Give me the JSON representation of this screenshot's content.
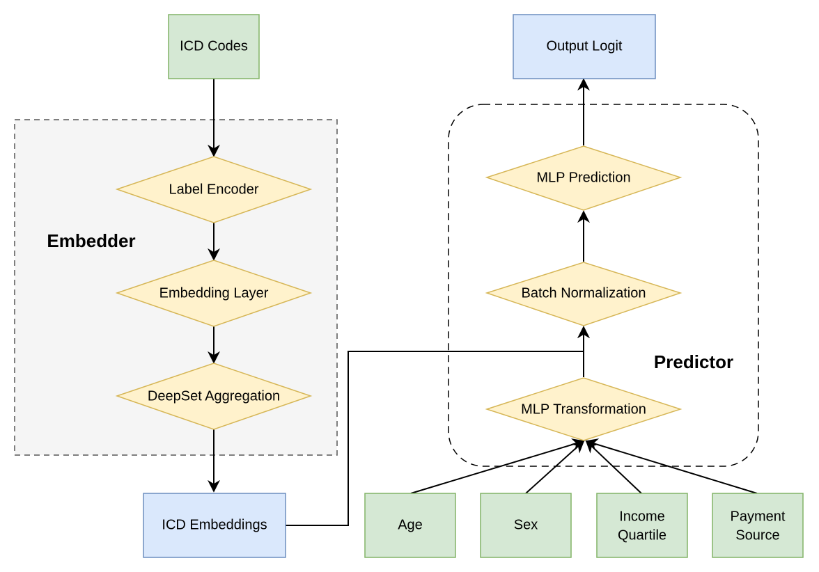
{
  "groups": {
    "embedder": {
      "label": "Embedder"
    },
    "predictor": {
      "label": "Predictor"
    }
  },
  "nodes": {
    "icd_codes": {
      "label": "ICD Codes"
    },
    "label_encoder": {
      "label": "Label Encoder"
    },
    "embedding_layer": {
      "label": "Embedding Layer"
    },
    "deepset_aggregation": {
      "label": "DeepSet Aggregation"
    },
    "icd_embeddings": {
      "label": "ICD Embeddings"
    },
    "output_logit": {
      "label": "Output Logit"
    },
    "mlp_prediction": {
      "label": "MLP Prediction"
    },
    "batch_normalization": {
      "label": "Batch Normalization"
    },
    "mlp_transformation": {
      "label": "MLP Transformation"
    },
    "age": {
      "label": "Age"
    },
    "sex": {
      "label": "Sex"
    },
    "income_quartile": {
      "line1": "Income",
      "line2": "Quartile"
    },
    "payment_source": {
      "line1": "Payment",
      "line2": "Source"
    }
  },
  "colors": {
    "green_fill": "#d5e8d4",
    "green_stroke": "#82b366",
    "blue_fill": "#dae8fc",
    "blue_stroke": "#6c8ebf",
    "yellow_fill": "#fff2cc",
    "yellow_stroke": "#d6b656",
    "embedder_fill": "#f5f5f5",
    "dash_stroke": "#555555"
  }
}
